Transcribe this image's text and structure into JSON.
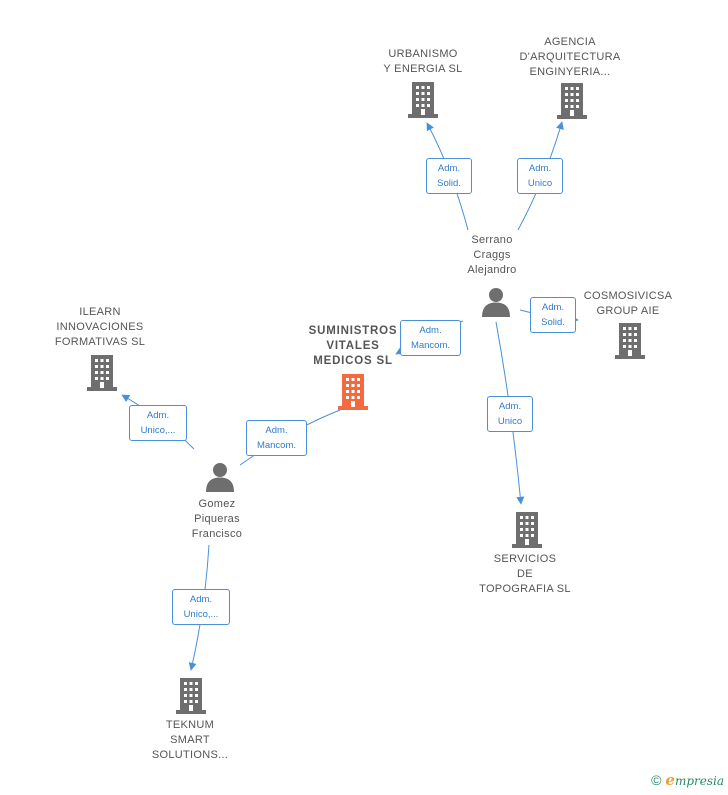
{
  "nodes": {
    "urbanismo": {
      "lines": [
        "URBANISMO",
        "Y ENERGIA  SL"
      ],
      "type": "company"
    },
    "agencia": {
      "lines": [
        "AGENCIA",
        "D'ARQUITECTURA",
        "ENGINYERIA..."
      ],
      "type": "company"
    },
    "serrano": {
      "lines": [
        "Serrano",
        "Craggs",
        "Alejandro"
      ],
      "type": "person"
    },
    "cosmosivicsa": {
      "lines": [
        "COSMOSIVICSA",
        "GROUP AIE"
      ],
      "type": "company"
    },
    "suministros": {
      "lines": [
        "SUMINISTROS",
        "VITALES",
        "MEDICOS  SL"
      ],
      "type": "company-focus"
    },
    "ilearn": {
      "lines": [
        "ILEARN",
        "INNOVACIONES",
        "FORMATIVAS SL"
      ],
      "type": "company"
    },
    "gomez": {
      "lines": [
        "Gomez",
        "Piqueras",
        "Francisco"
      ],
      "type": "person"
    },
    "servicios": {
      "lines": [
        "SERVICIOS",
        "DE",
        "TOPOGRAFIA SL"
      ],
      "type": "company"
    },
    "teknum": {
      "lines": [
        "TEKNUM",
        "SMART",
        "SOLUTIONS..."
      ],
      "type": "company"
    }
  },
  "edges": {
    "serrano_urbanismo": [
      "Adm.",
      "Solid."
    ],
    "serrano_agencia": [
      "Adm.",
      "Unico"
    ],
    "serrano_cosmosivicsa": [
      "Adm.",
      "Solid."
    ],
    "serrano_suministros": [
      "Adm.",
      "Mancom."
    ],
    "serrano_servicios": [
      "Adm.",
      "Unico"
    ],
    "gomez_suministros": [
      "Adm.",
      "Mancom."
    ],
    "gomez_ilearn": [
      "Adm.",
      "Unico,..."
    ],
    "gomez_teknum": [
      "Adm.",
      "Unico,..."
    ]
  },
  "colors": {
    "edge": "#4a90d9",
    "company_icon": "#6e6e6e",
    "focus_icon": "#f26a3d",
    "person_icon": "#6e6e6e"
  },
  "footer": {
    "copyright": "©",
    "brand_initial": "e",
    "brand_rest": "mpresia"
  }
}
